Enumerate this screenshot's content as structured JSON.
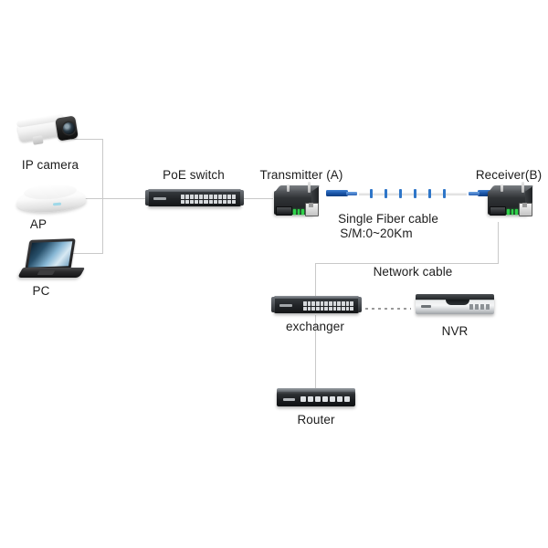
{
  "diagram": {
    "title": "Fiber optic media converter network topology",
    "background": "#ffffff",
    "line_color": "#c9c9c9",
    "text_color": "#1c1c1c"
  },
  "labels": {
    "ip_camera": "IP camera",
    "ap": "AP",
    "pc": "PC",
    "poe_switch": "PoE switch",
    "transmitter": "Transmitter (A)",
    "receiver": "Receiver(B)",
    "fiber_line1": "Single Fiber cable",
    "fiber_line2": "S/M:0~20Km",
    "network_cable": "Network cable",
    "exchanger": "exchanger",
    "nvr": "NVR",
    "router": "Router"
  },
  "nodes": [
    {
      "id": "ip-camera",
      "label": "IP camera",
      "type": "bullet-camera"
    },
    {
      "id": "ap",
      "label": "AP",
      "type": "wireless-access-point"
    },
    {
      "id": "pc",
      "label": "PC",
      "type": "laptop"
    },
    {
      "id": "poe-switch",
      "label": "PoE switch",
      "type": "rack-switch"
    },
    {
      "id": "transmitter",
      "label": "Transmitter (A)",
      "type": "media-converter"
    },
    {
      "id": "receiver",
      "label": "Receiver(B)",
      "type": "media-converter"
    },
    {
      "id": "exchanger",
      "label": "exchanger",
      "type": "rack-switch"
    },
    {
      "id": "nvr",
      "label": "NVR",
      "type": "network-video-recorder"
    },
    {
      "id": "router",
      "label": "Router",
      "type": "rack-router"
    }
  ],
  "links": [
    {
      "from": "ip-camera",
      "to": "poe-switch",
      "media": "ethernet",
      "style": "solid"
    },
    {
      "from": "ap",
      "to": "poe-switch",
      "media": "ethernet",
      "style": "solid"
    },
    {
      "from": "pc",
      "to": "poe-switch",
      "media": "ethernet",
      "style": "solid"
    },
    {
      "from": "poe-switch",
      "to": "transmitter",
      "media": "ethernet",
      "style": "solid"
    },
    {
      "from": "transmitter",
      "to": "receiver",
      "media": "single-mode-fiber",
      "style": "fiber-cable",
      "label": "Single Fiber cable S/M:0~20Km"
    },
    {
      "from": "receiver",
      "to": "exchanger",
      "media": "ethernet",
      "style": "solid",
      "label": "Network cable"
    },
    {
      "from": "exchanger",
      "to": "nvr",
      "media": "ethernet",
      "style": "dotted"
    },
    {
      "from": "exchanger",
      "to": "router",
      "media": "ethernet",
      "style": "solid"
    }
  ]
}
